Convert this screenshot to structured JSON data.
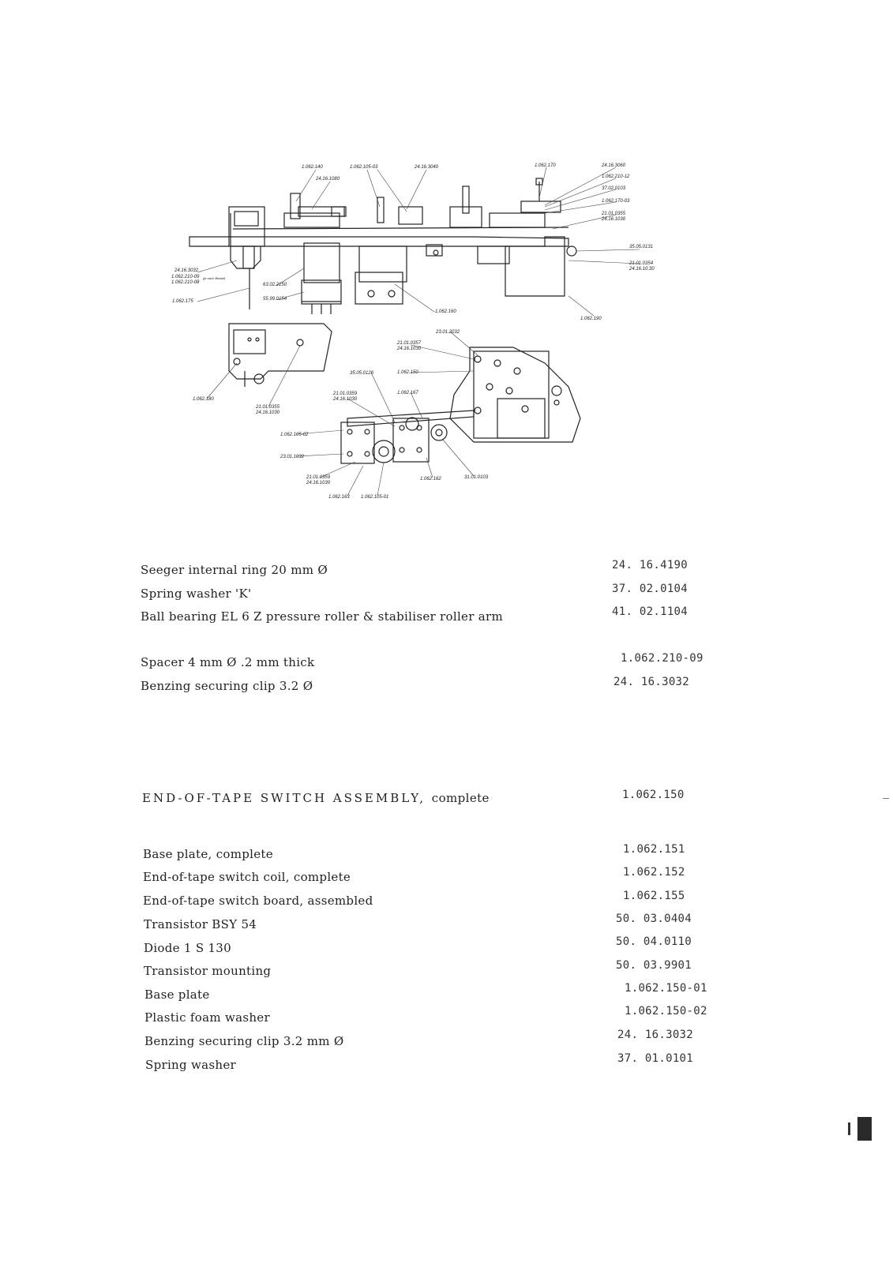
{
  "drawing": {
    "callouts_upper": [
      "1.062.140",
      "24.16.1080",
      "1.062.105-03",
      "24.16.3040",
      "1.062.170",
      "24.16.3060",
      "1.062.210-12",
      "37.02.0103",
      "1.062.170-03",
      "21.01.0355",
      "24.16.1030",
      "35.05.0131",
      "21.01.0354",
      "24.16.10.30",
      "1.062.190",
      "24.16.3032",
      "1.062.210-09",
      "1.062.210-08",
      "(je nach Bedarf)",
      "1.062.175",
      "63.02.2150",
      "55.99.0154",
      "1.062.160"
    ],
    "callouts_lower": [
      "23.01.2032",
      "21.01.0357",
      "24.16.1030",
      "1.062.150",
      "35.05.0126",
      "1.062.167",
      "21.01.0359",
      "24.16.1030",
      "1.062.180",
      "21.01.0355",
      "24.16.1030",
      "1.062.105-02",
      "23.01.1032",
      "21.01.0359",
      "24.16.1030",
      "1.062.163",
      "1.062.105-01",
      "1.062.162",
      "31.01.0103"
    ]
  },
  "parts_group_1": [
    {
      "desc": "Seeger  internal  ring  20  mm  Ø",
      "code": "24. 16.4190"
    },
    {
      "desc": "Spring  washer  'K'",
      "code": "37. 02.0104"
    },
    {
      "desc": "Ball bearing  EL  6  Z    pressure roller & stabiliser roller  arm",
      "code": "41. 02.1104"
    }
  ],
  "parts_group_2": [
    {
      "desc": "Spacer  4  mm  Ø  .2  mm  thick",
      "code": "1.062.210-09"
    },
    {
      "desc": "Benzing  securing clip    3.2  Ø",
      "code": "24. 16.3032"
    }
  ],
  "assembly": {
    "title": "END-OF-TAPE  SWITCH  ASSEMBLY,",
    "title_suffix": "complete",
    "code": "1.062.150"
  },
  "parts_group_3": [
    {
      "desc": "Base plate,  complete",
      "code": "1.062.151"
    },
    {
      "desc": "End-of-tape  switch  coil,  complete",
      "code": "1.062.152"
    },
    {
      "desc": "End-of-tape  switch  board,  assembled",
      "code": "1.062.155"
    },
    {
      "desc": "Transistor    BSY    54",
      "code": "50. 03.0404"
    },
    {
      "desc": "Diode    1  S  130",
      "code": "50. 04.0110"
    },
    {
      "desc": "Transistor mounting",
      "code": "50. 03.9901"
    },
    {
      "desc": "Base plate",
      "code": "1.062.150-01"
    },
    {
      "desc": "Plastic  foam  washer",
      "code": "1.062.150-02"
    },
    {
      "desc": "Benzing  securing clip    3.2  mm  Ø",
      "code": "24. 16.3032"
    },
    {
      "desc": "Spring  washer",
      "code": "37. 01.0101"
    }
  ],
  "colors": {
    "ink": "#222222",
    "paper": "#ffffff",
    "mark": "#2a2a2a"
  }
}
